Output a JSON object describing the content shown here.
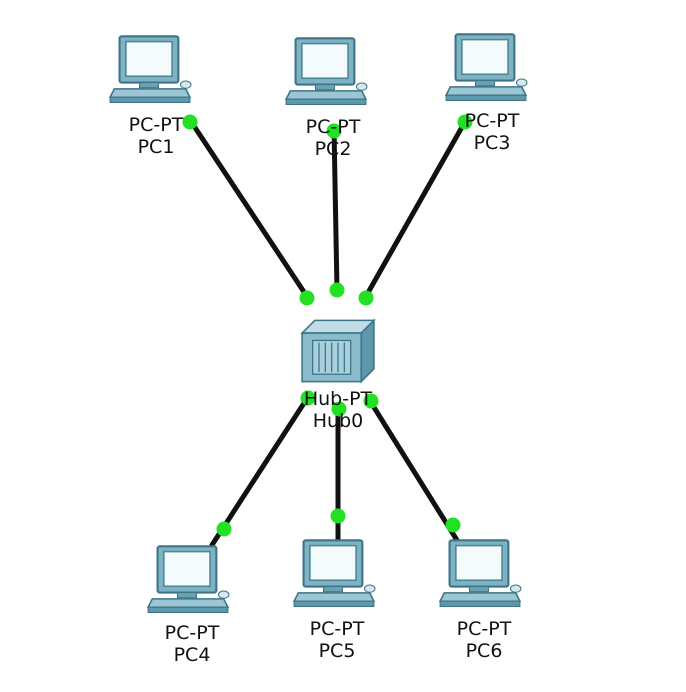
{
  "colors": {
    "cable": "#111111",
    "link_up": "#22e022",
    "device_body": "#7fb3c4",
    "device_dark": "#3d7488",
    "screen": "#f4fbfd"
  },
  "hub": {
    "name": "Hub0",
    "type": "Hub-PT",
    "icon": "hub-icon"
  },
  "devices": [
    {
      "id": "pc1",
      "name": "PC1",
      "type": "PC-PT",
      "icon": "pc-icon"
    },
    {
      "id": "pc2",
      "name": "PC2",
      "type": "PC-PT",
      "icon": "pc-icon"
    },
    {
      "id": "pc3",
      "name": "PC3",
      "type": "PC-PT",
      "icon": "pc-icon"
    },
    {
      "id": "pc4",
      "name": "PC4",
      "type": "PC-PT",
      "icon": "pc-icon"
    },
    {
      "id": "pc5",
      "name": "PC5",
      "type": "PC-PT",
      "icon": "pc-icon"
    },
    {
      "id": "pc6",
      "name": "PC6",
      "type": "PC-PT",
      "icon": "pc-icon"
    }
  ],
  "links": [
    {
      "from": "pc1",
      "to": "hub",
      "status": "up"
    },
    {
      "from": "pc2",
      "to": "hub",
      "status": "up"
    },
    {
      "from": "pc3",
      "to": "hub",
      "status": "up"
    },
    {
      "from": "pc4",
      "to": "hub",
      "status": "up"
    },
    {
      "from": "pc5",
      "to": "hub",
      "status": "up"
    },
    {
      "from": "pc6",
      "to": "hub",
      "status": "up"
    }
  ]
}
